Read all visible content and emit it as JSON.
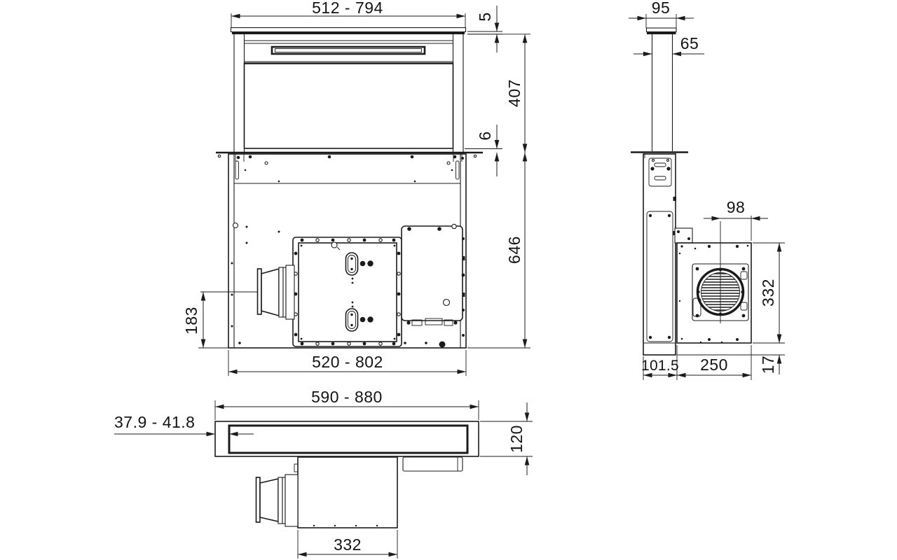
{
  "meta": {
    "drawing_type": "technical-dimension-drawing",
    "subject": "downdraft-hood",
    "line_color": "#1b1b1b",
    "background": "#ffffff"
  },
  "front": {
    "top_width": "512 - 794",
    "cap_thickness": "5",
    "hood_height": "407",
    "flange_gap": "6",
    "body_height": "646",
    "duct_axis_height": "183",
    "body_width": "520 - 802"
  },
  "side": {
    "cap_width": "95",
    "column_width": "65",
    "outlet_center": "98",
    "blower_height": "332",
    "column_depth": "101.5",
    "blower_depth": "250",
    "base_offset": "17"
  },
  "plan": {
    "overall_width": "590 - 880",
    "front_lip": "37.9 - 41.8",
    "depth": "120",
    "blower_width": "332"
  }
}
